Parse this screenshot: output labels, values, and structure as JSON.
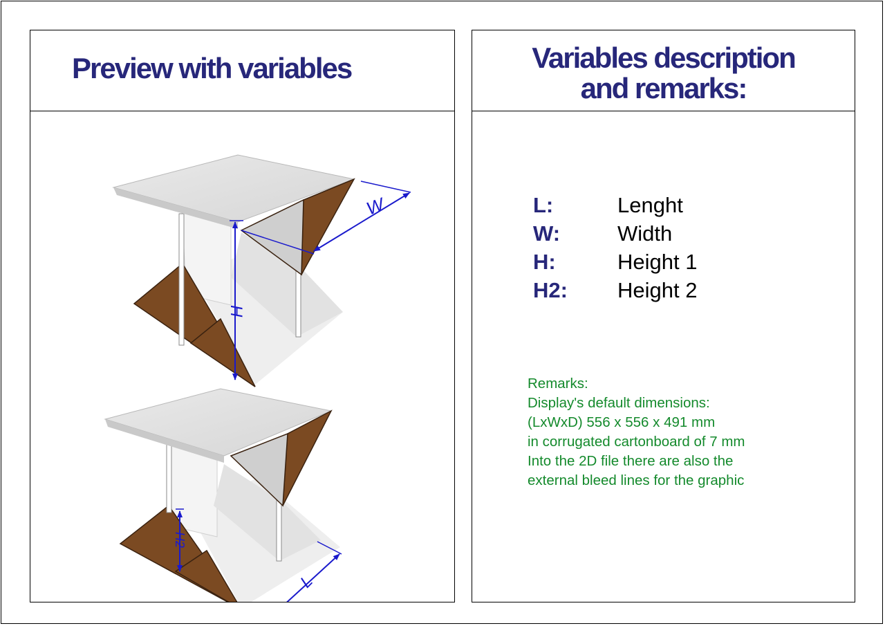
{
  "left_panel": {
    "title": "Preview with variables",
    "dimension_labels": {
      "w": "W",
      "h": "H",
      "h2": "H2",
      "l": "L"
    }
  },
  "right_panel": {
    "title_line1": "Variables description",
    "title_line2": "and remarks:",
    "variables": [
      {
        "key": "L:",
        "description": "Lenght"
      },
      {
        "key": "W:",
        "description": "Width"
      },
      {
        "key": "H:",
        "description": "Height 1"
      },
      {
        "key": "H2:",
        "description": "Height 2"
      }
    ],
    "remarks": [
      "Remarks:",
      "Display's default dimensions:",
      "(LxWxD) 556 x 556 x 491 mm",
      "in corrugated cartonboard of 7 mm",
      "Into the 2D file there are also the",
      "external bleed lines for the graphic"
    ]
  },
  "colors": {
    "title": "#27277a",
    "dimension": "#1a1acc",
    "cardboard_edge": "#7b4a22",
    "panel_gray": "#dcdcdc",
    "remarks": "#148a2c"
  }
}
